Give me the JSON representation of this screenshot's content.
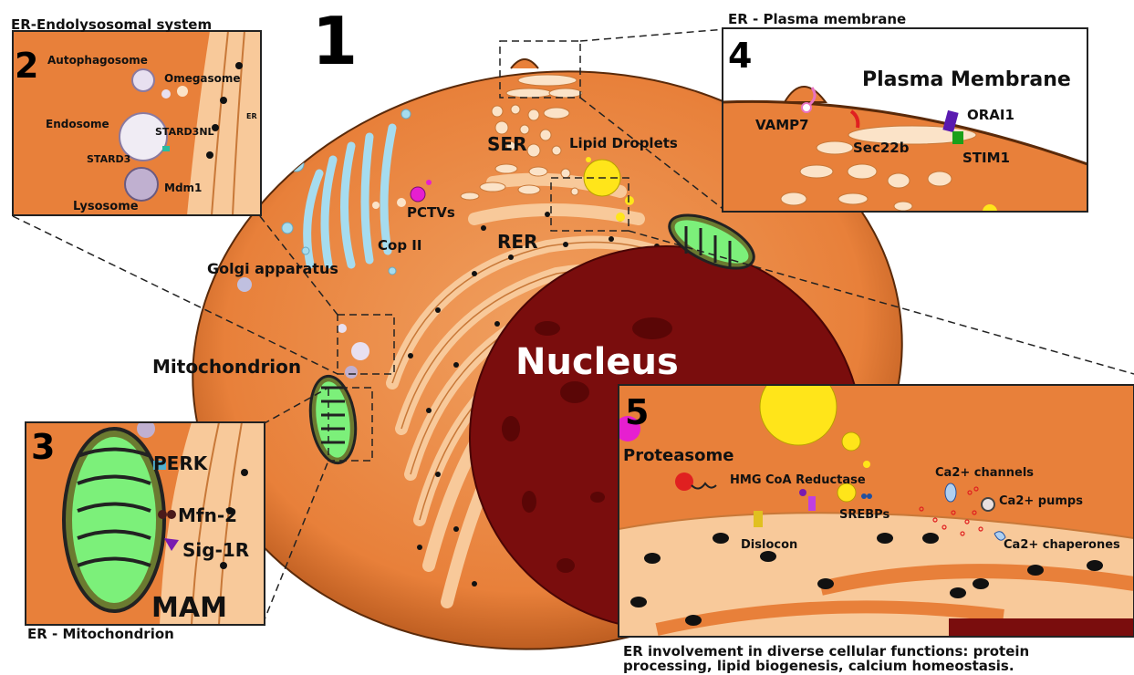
{
  "panels": {
    "p1": {
      "number": "1"
    },
    "p2": {
      "number": "2",
      "title": "ER-Endolysosomal system",
      "labels": {
        "autophagosome": "Autophagosome",
        "omegasome": "Omegasome",
        "endosome": "Endosome",
        "stard3nl": "STARD3NL",
        "stard3": "STARD3",
        "mdm1": "Mdm1",
        "lysosome": "Lysosome",
        "er": "ER"
      }
    },
    "p3": {
      "number": "3",
      "title": "ER - Mitochondrion",
      "labels": {
        "perk": "PERK",
        "mfn2": "Mfn-2",
        "sig1r": "Sig-1R",
        "mam": "MAM"
      }
    },
    "p4": {
      "number": "4",
      "title": "ER - Plasma membrane",
      "labels": {
        "plasma_membrane": "Plasma Membrane",
        "vamp7": "VAMP7",
        "sec22b": "Sec22b",
        "orai1": "ORAI1",
        "stim1": "STIM1"
      }
    },
    "p5": {
      "number": "5",
      "labels": {
        "proteasome": "Proteasome",
        "hmg": "HMG CoA Reductase",
        "ca_channels": "Ca2+ channels",
        "ca_pumps": "Ca2+ pumps",
        "srebps": "SREBPs",
        "dislocon": "Dislocon",
        "ca_chaperones": "Ca2+ chaperones"
      }
    }
  },
  "cell_labels": {
    "ser": "SER",
    "lipid_droplets": "Lipid Droplets",
    "pctvs": "PCTVs",
    "cop2": "Cop II",
    "rer": "RER",
    "golgi": "Golgi apparatus",
    "mitochondrion": "Mitochondrion",
    "nucleus": "Nucleus"
  },
  "caption": {
    "line1": "ER involvement in diverse cellular functions: protein",
    "line2": "processing, lipid biogenesis, calcium homeostasis."
  },
  "colors": {
    "cytoplasm": "#e8803a",
    "cell_edge": "#b3541a",
    "er": "#f8c99a",
    "nucleus": "#7a0d0d",
    "mito_green": "#7cf07a",
    "golgi": "#a6dcef",
    "lipid": "#ffe51a",
    "pctv": "#e61fd0"
  }
}
